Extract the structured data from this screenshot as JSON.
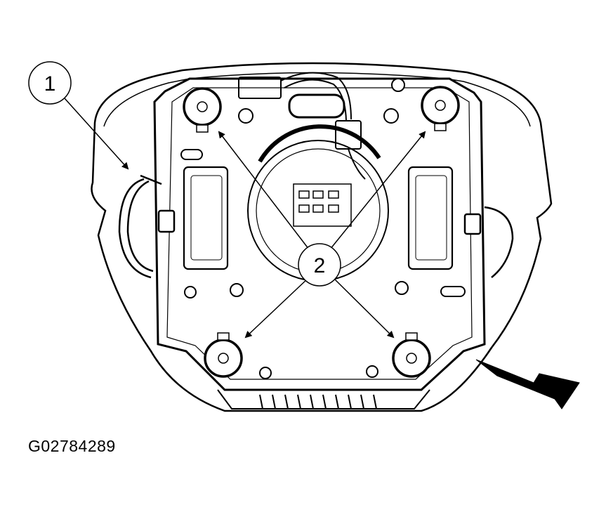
{
  "figure": {
    "figure_id": "G02784289",
    "callouts": [
      {
        "label": "1"
      },
      {
        "label": "2"
      }
    ]
  }
}
